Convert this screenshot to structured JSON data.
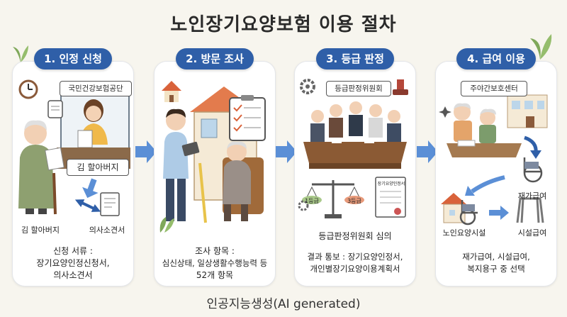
{
  "title": "노인장기요양보험 이용 절차",
  "footer": "인공지능생성(AI generated)",
  "colors": {
    "badge": "#2f5fa8",
    "arrow": "#5b8fd6",
    "card": "#ffffff",
    "background": "#f7f5ee"
  },
  "steps": [
    {
      "badge": "1. 인정 신청",
      "sign": "국민건강보험공단",
      "desk_label": "김 할아버지",
      "person_label": "김 할아버지",
      "doc_label": "의사소견서",
      "caption": [
        "신청 서류 :",
        "장기요양인정신청서,",
        "의사소견서"
      ]
    },
    {
      "badge": "2. 방문 조사",
      "caption": [
        "조사 항목 :",
        "심신상태, 일상생활수행능력 등",
        "52개 항목"
      ]
    },
    {
      "badge": "3. 등급 판정",
      "sign": "등급판정위원회",
      "cert_text": "장기요양인정서",
      "scale_left": "1등급",
      "scale_right": "3등급",
      "scene_label": "등급판정위원회 심의",
      "caption": [
        "결과 통보 : 장기요양인정서,",
        "개인별장기요양이용계획서"
      ]
    },
    {
      "badge": "4. 급여 이용",
      "sign": "주야간보호센터",
      "home_label": "재가급여",
      "facility_label": "노인요양시설",
      "facility_benefit_label": "시설급여",
      "caption": [
        "재가급여, 시설급여,",
        "복지용구 중 선택"
      ]
    }
  ]
}
